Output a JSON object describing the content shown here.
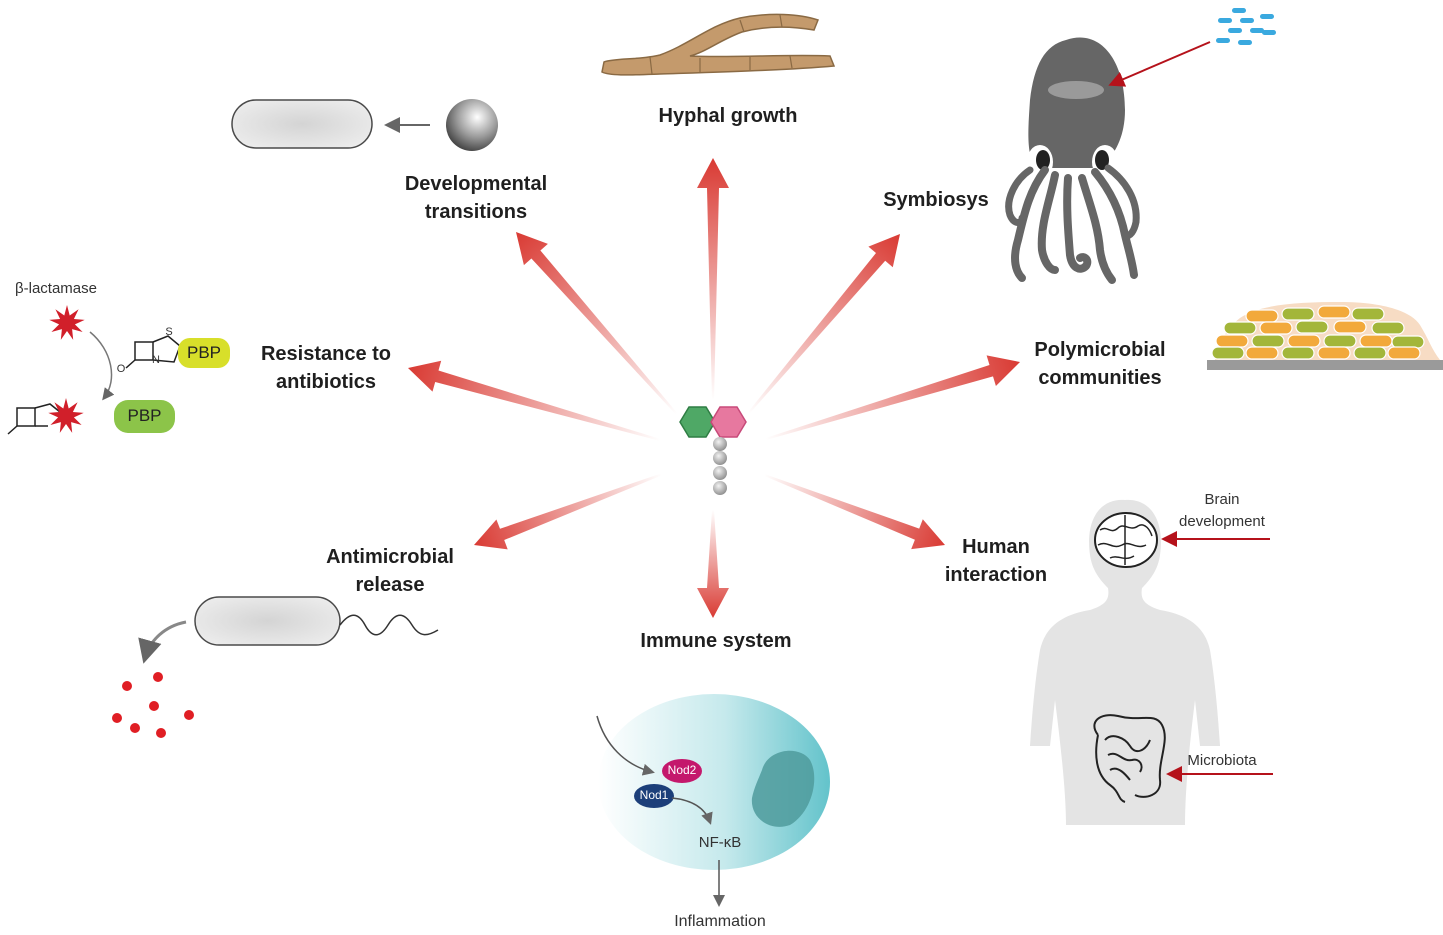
{
  "colors": {
    "arrow": "#d93a33",
    "nod1": "#1c3f7a",
    "nod2": "#c4186c",
    "pbp_yellow": "#d8df2a",
    "pbp_green": "#8cc449",
    "red_dot": "#e01e24",
    "cell": "#68c4cc"
  },
  "labels": {
    "hyphal": "Hyphal growth",
    "developmental_1": "Developmental",
    "developmental_2": "transitions",
    "symbiosys": "Symbiosys",
    "resistance_1": "Resistance to",
    "resistance_2": "antibiotics",
    "polymicrobial_1": "Polymicrobial",
    "polymicrobial_2": "communities",
    "antimicrobial_1": "Antimicrobial",
    "antimicrobial_2": "release",
    "human_1": "Human",
    "human_2": "interaction",
    "immune": "Immune system"
  },
  "resistance": {
    "enzyme": "β-lactamase",
    "pbp_bound": "PBP",
    "pbp_free": "PBP",
    "ring_atom_s": "S",
    "ring_atom_n": "N",
    "ring_atom_o": "O"
  },
  "human": {
    "brain_1": "Brain",
    "brain_2": "development",
    "microbiota": "Microbiota"
  },
  "immune_cell": {
    "nod2": "Nod2",
    "nod1": "Nod1",
    "nfkb": "NF-κB",
    "inflammation": "Inflammation"
  }
}
